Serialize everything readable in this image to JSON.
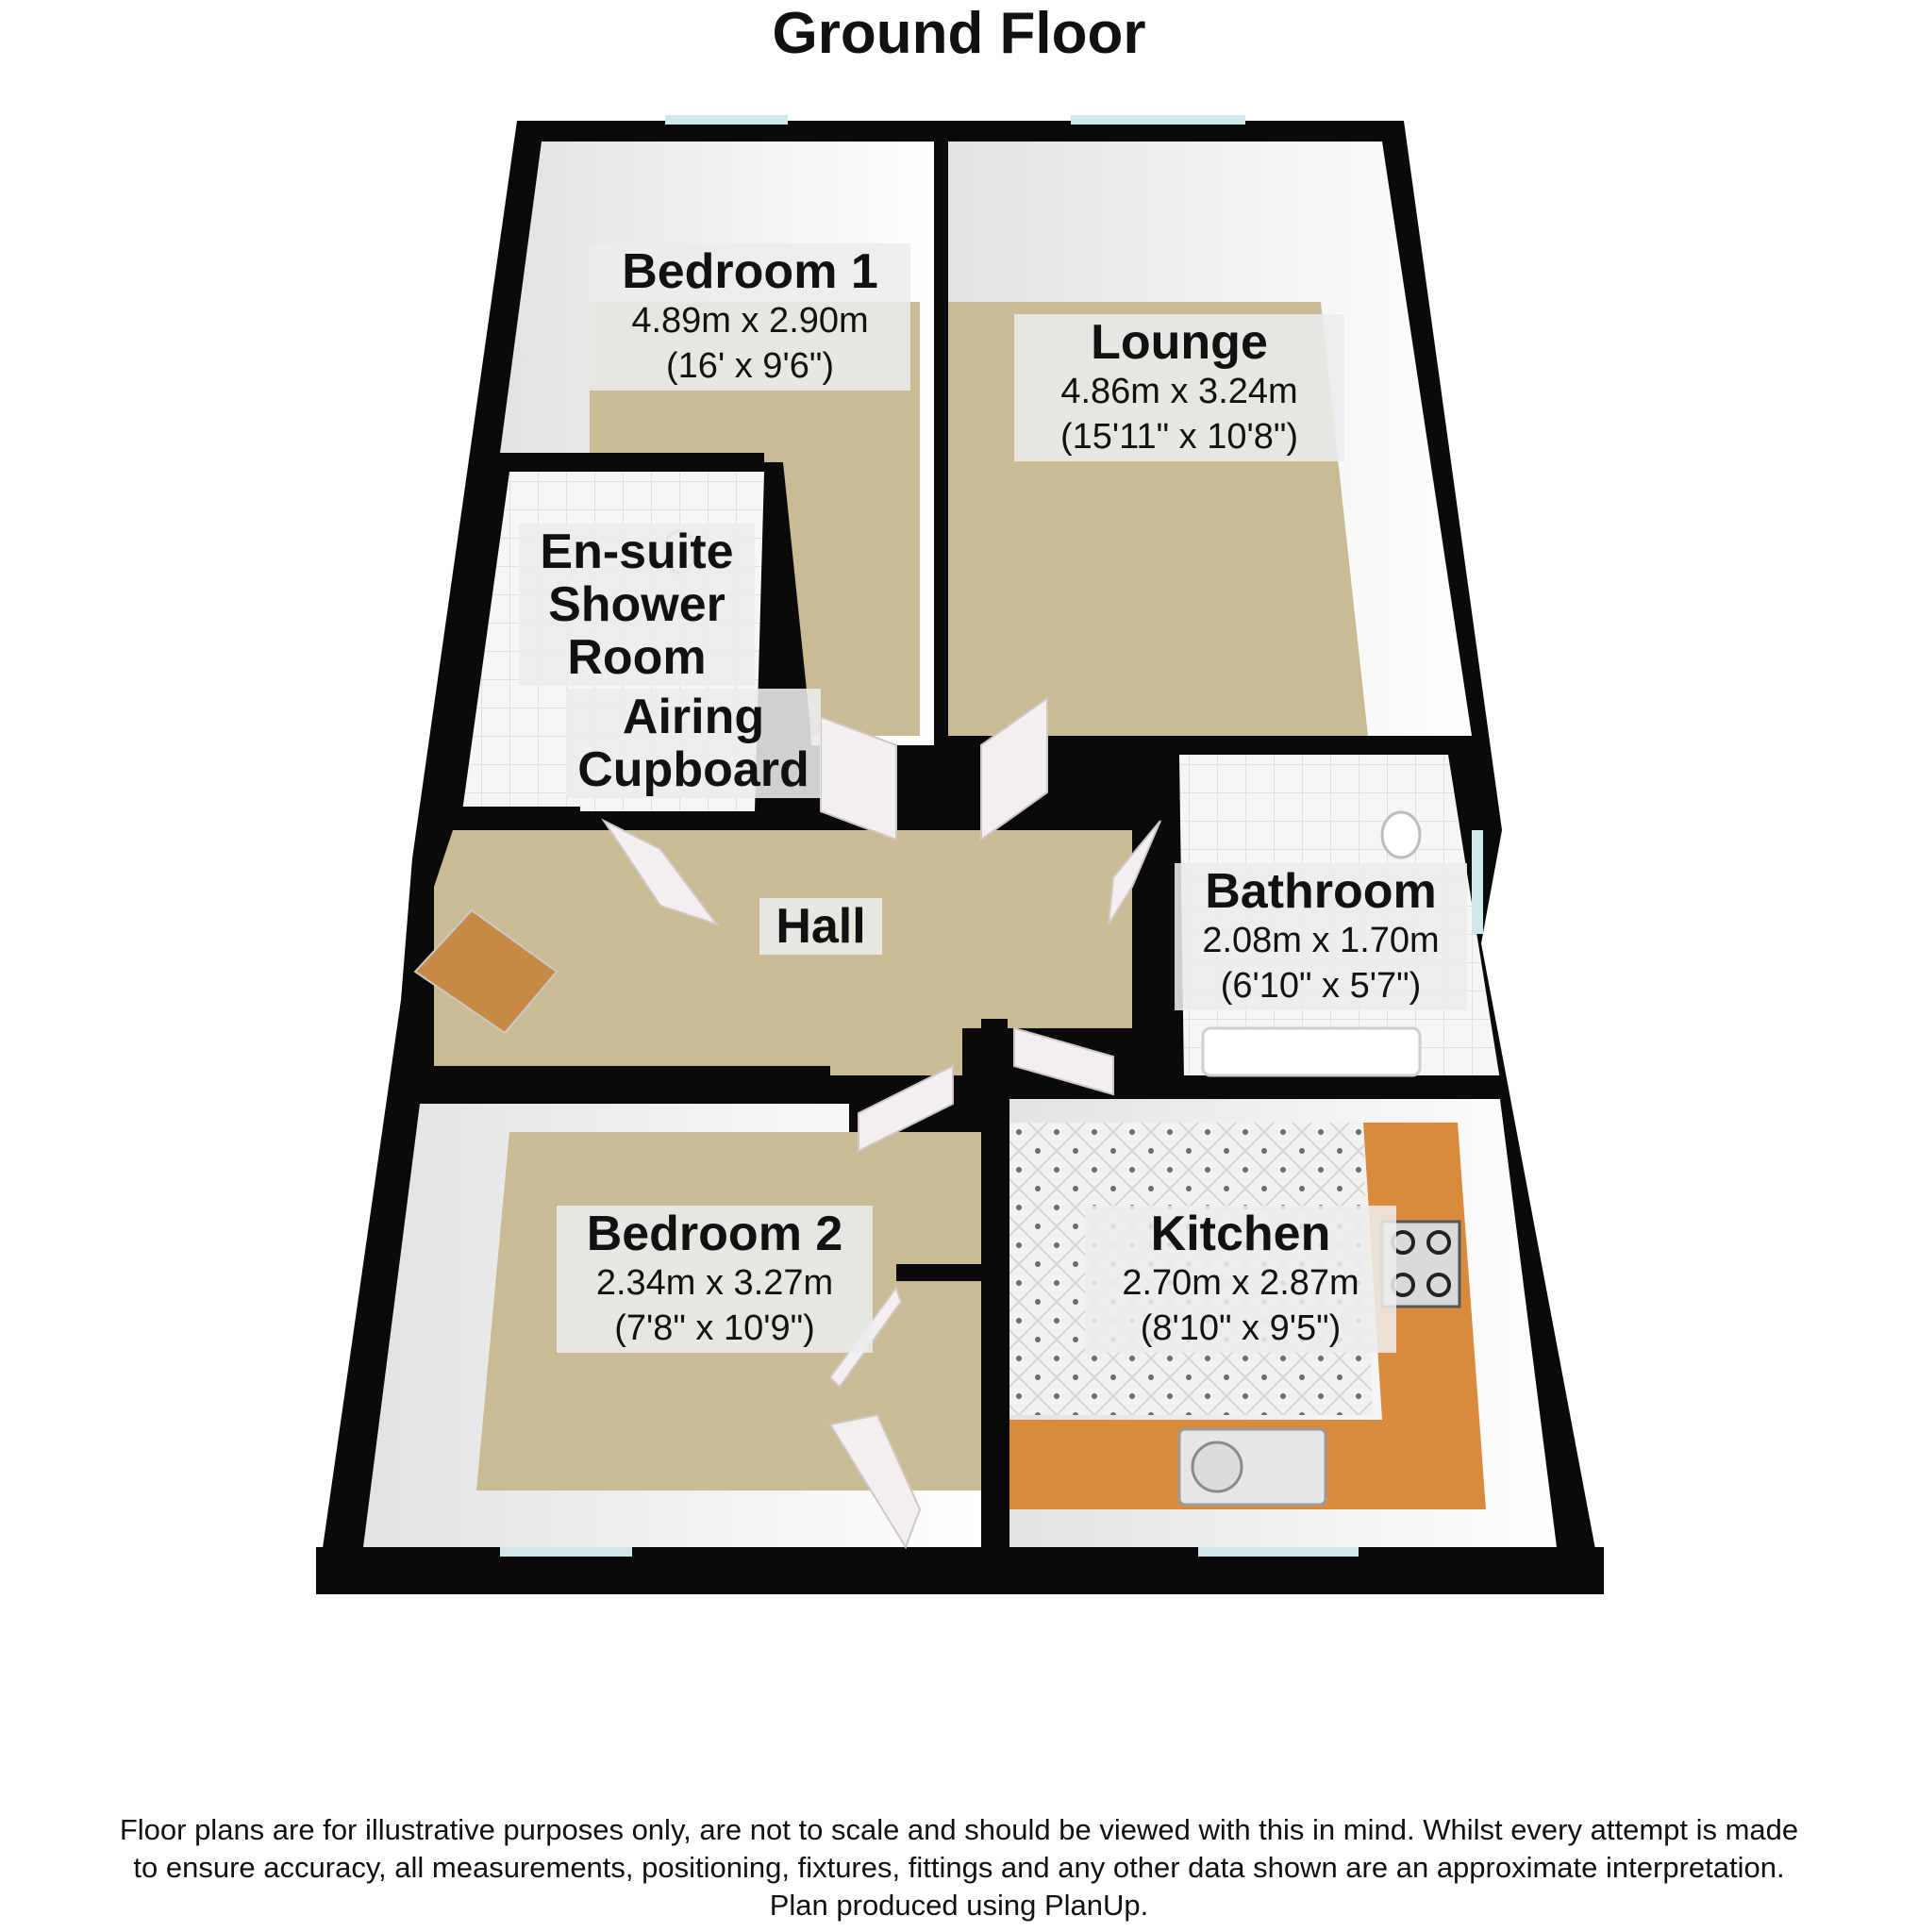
{
  "title": "Ground Floor",
  "rooms": {
    "bedroom1": {
      "name": "Bedroom 1",
      "metric": "4.89m x 2.90m",
      "imperial": "(16' x 9'6\")"
    },
    "lounge": {
      "name": "Lounge",
      "metric": "4.86m x 3.24m",
      "imperial": "(15'11\" x 10'8\")"
    },
    "ensuite": {
      "name_line1": "En-suite",
      "name_line2": "Shower",
      "name_line3": "Room"
    },
    "airing": {
      "name_line1": "Airing",
      "name_line2": "Cupboard"
    },
    "hall": {
      "name": "Hall"
    },
    "bathroom": {
      "name": "Bathroom",
      "metric": "2.08m x 1.70m",
      "imperial": "(6'10\" x 5'7\")"
    },
    "bedroom2": {
      "name": "Bedroom 2",
      "metric": "2.34m x 3.27m",
      "imperial": "(7'8\" x 10'9\")"
    },
    "kitchen": {
      "name": "Kitchen",
      "metric": "2.70m x 2.87m",
      "imperial": "(8'10\" x 9'5\")"
    }
  },
  "colors": {
    "wall": "#0a0a0a",
    "carpet": "#c9bc95",
    "worktop": "#d98a3c",
    "window": "#cfe9ea",
    "door": "#f4eeee",
    "front_door": "#c58a45"
  },
  "disclaimer": {
    "line1": "Floor plans are for illustrative purposes only, are not to scale and should be viewed with this in mind.   Whilst every attempt is made",
    "line2": "to ensure accuracy, all measurements, positioning, fixtures, fittings and any other data shown are an approximate interpretation.",
    "line3": "Plan produced using PlanUp."
  }
}
